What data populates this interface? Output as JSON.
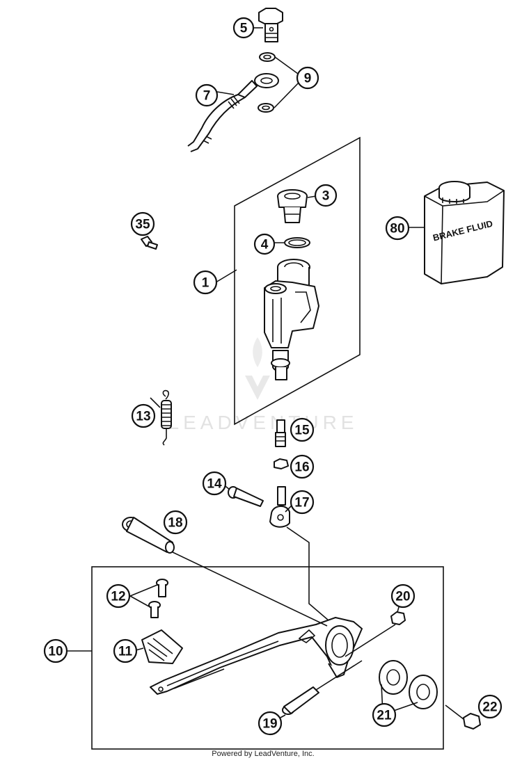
{
  "diagram": {
    "callouts": [
      "5",
      "9",
      "7",
      "3",
      "35",
      "80",
      "4",
      "1",
      "13",
      "15",
      "16",
      "14",
      "17",
      "18",
      "12",
      "20",
      "10",
      "11",
      "22",
      "21",
      "19"
    ],
    "container_label": "BRAKE FLUID",
    "watermark": "LEADVENTURE",
    "footer": "Powered by LeadVenture, Inc."
  }
}
